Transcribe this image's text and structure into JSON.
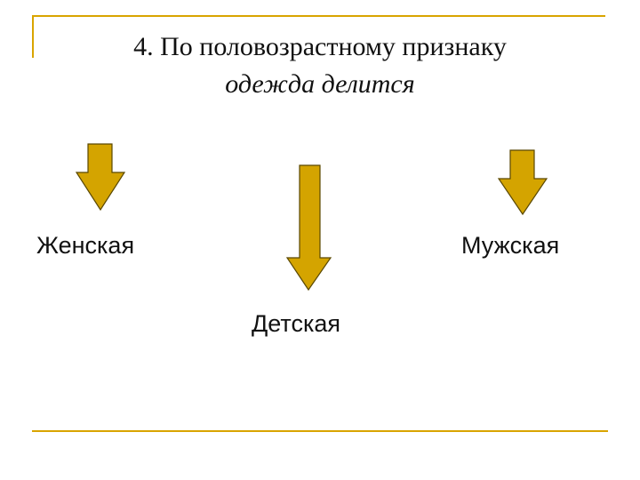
{
  "title": {
    "line1": "4. По половозрастному  признаку",
    "line2": "одежда  делится"
  },
  "categories": {
    "female": "Женская",
    "child": "Детская",
    "male": "Мужская"
  },
  "colors": {
    "arrow_fill": "#d4a400",
    "arrow_stroke": "#5a4800",
    "rule": "#d9a400"
  }
}
